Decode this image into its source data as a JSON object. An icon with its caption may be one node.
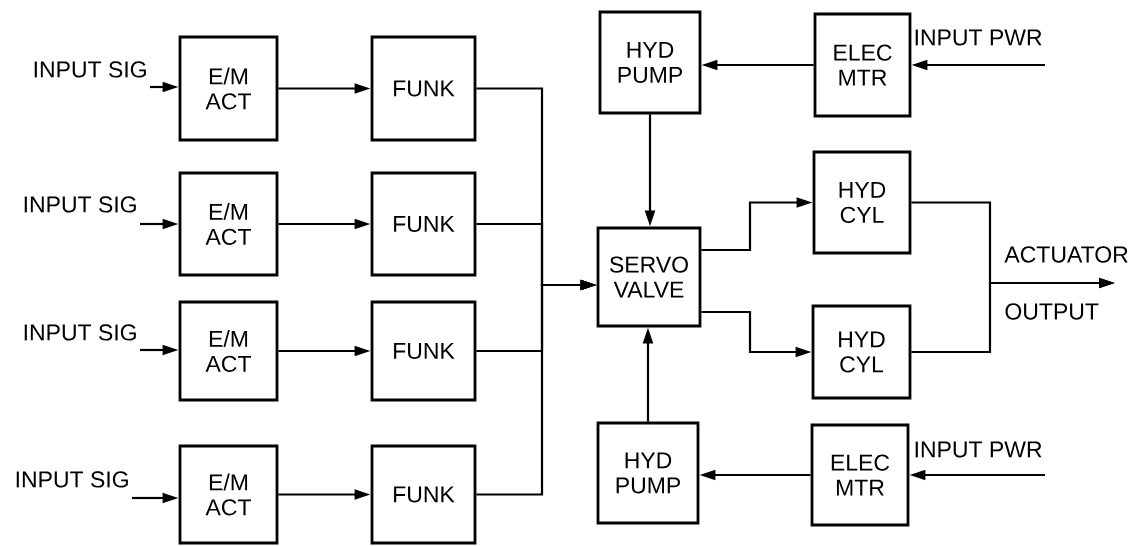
{
  "diagram": {
    "nodes": [
      {
        "text": [
          "INPUT SIG"
        ]
      },
      {
        "text": [
          "INPUT SIG"
        ]
      },
      {
        "text": [
          "INPUT SIG"
        ]
      },
      {
        "text": [
          "INPUT SIG"
        ]
      },
      {
        "text": [
          "E/M ACT"
        ]
      },
      {
        "text": [
          "E/M ACT"
        ]
      },
      {
        "text": [
          "E/M ACT"
        ]
      },
      {
        "text": [
          "E/M ACT"
        ]
      },
      {
        "text": [
          "FUNK"
        ]
      },
      {
        "text": [
          "FUNK"
        ]
      },
      {
        "text": [
          "FUNK"
        ]
      },
      {
        "text": [
          "FUNK"
        ]
      },
      {
        "text": [
          "HYD PUMP"
        ]
      },
      {
        "text": [
          "ELEC MTR"
        ]
      },
      {
        "text": [
          "INPUT PWR"
        ]
      },
      {
        "text": [
          "SERVO VALVE"
        ]
      },
      {
        "text": [
          "HYD CYL"
        ]
      },
      {
        "text": [
          "HYD CYL"
        ]
      },
      {
        "text": [
          "ACTUATOR",
          "OUTPUT"
        ]
      },
      {
        "text": [
          "HYD PUMP"
        ]
      },
      {
        "text": [
          "ELEC MTR"
        ]
      },
      {
        "text": [
          "INPUT PWR"
        ]
      }
    ],
    "edges": [
      {
        "from": 0,
        "to": 4,
        "arrow": "to"
      },
      {
        "from": 1,
        "to": 5,
        "arrow": "to"
      },
      {
        "from": 2,
        "to": 6,
        "arrow": "to"
      },
      {
        "from": 3,
        "to": 7,
        "arrow": "to"
      },
      {
        "from": 4,
        "to": 8,
        "arrow": "to"
      },
      {
        "from": 5,
        "to": 9,
        "arrow": "to"
      },
      {
        "from": 6,
        "to": 10,
        "arrow": "to"
      },
      {
        "from": 7,
        "to": 11,
        "arrow": "to"
      },
      {
        "from": 8,
        "to": 15,
        "arrow": "to"
      },
      {
        "from": 9,
        "to": 15,
        "arrow": "to"
      },
      {
        "from": 10,
        "to": 15,
        "arrow": "to"
      },
      {
        "from": 11,
        "to": 15,
        "arrow": "to"
      },
      {
        "from": 14,
        "to": 13,
        "arrow": "to"
      },
      {
        "from": 13,
        "to": 12,
        "arrow": "to"
      },
      {
        "from": 12,
        "to": 15,
        "arrow": "to"
      },
      {
        "from": 15,
        "to": 16,
        "arrow": "to"
      },
      {
        "from": 15,
        "to": 17,
        "arrow": "to"
      },
      {
        "from": 16,
        "to": 18,
        "arrow": "to"
      },
      {
        "from": 17,
        "to": 18,
        "arrow": "to"
      },
      {
        "from": 21,
        "to": 20,
        "arrow": "to"
      },
      {
        "from": 20,
        "to": 19,
        "arrow": "to"
      },
      {
        "from": 19,
        "to": 15,
        "arrow": "to"
      }
    ]
  }
}
